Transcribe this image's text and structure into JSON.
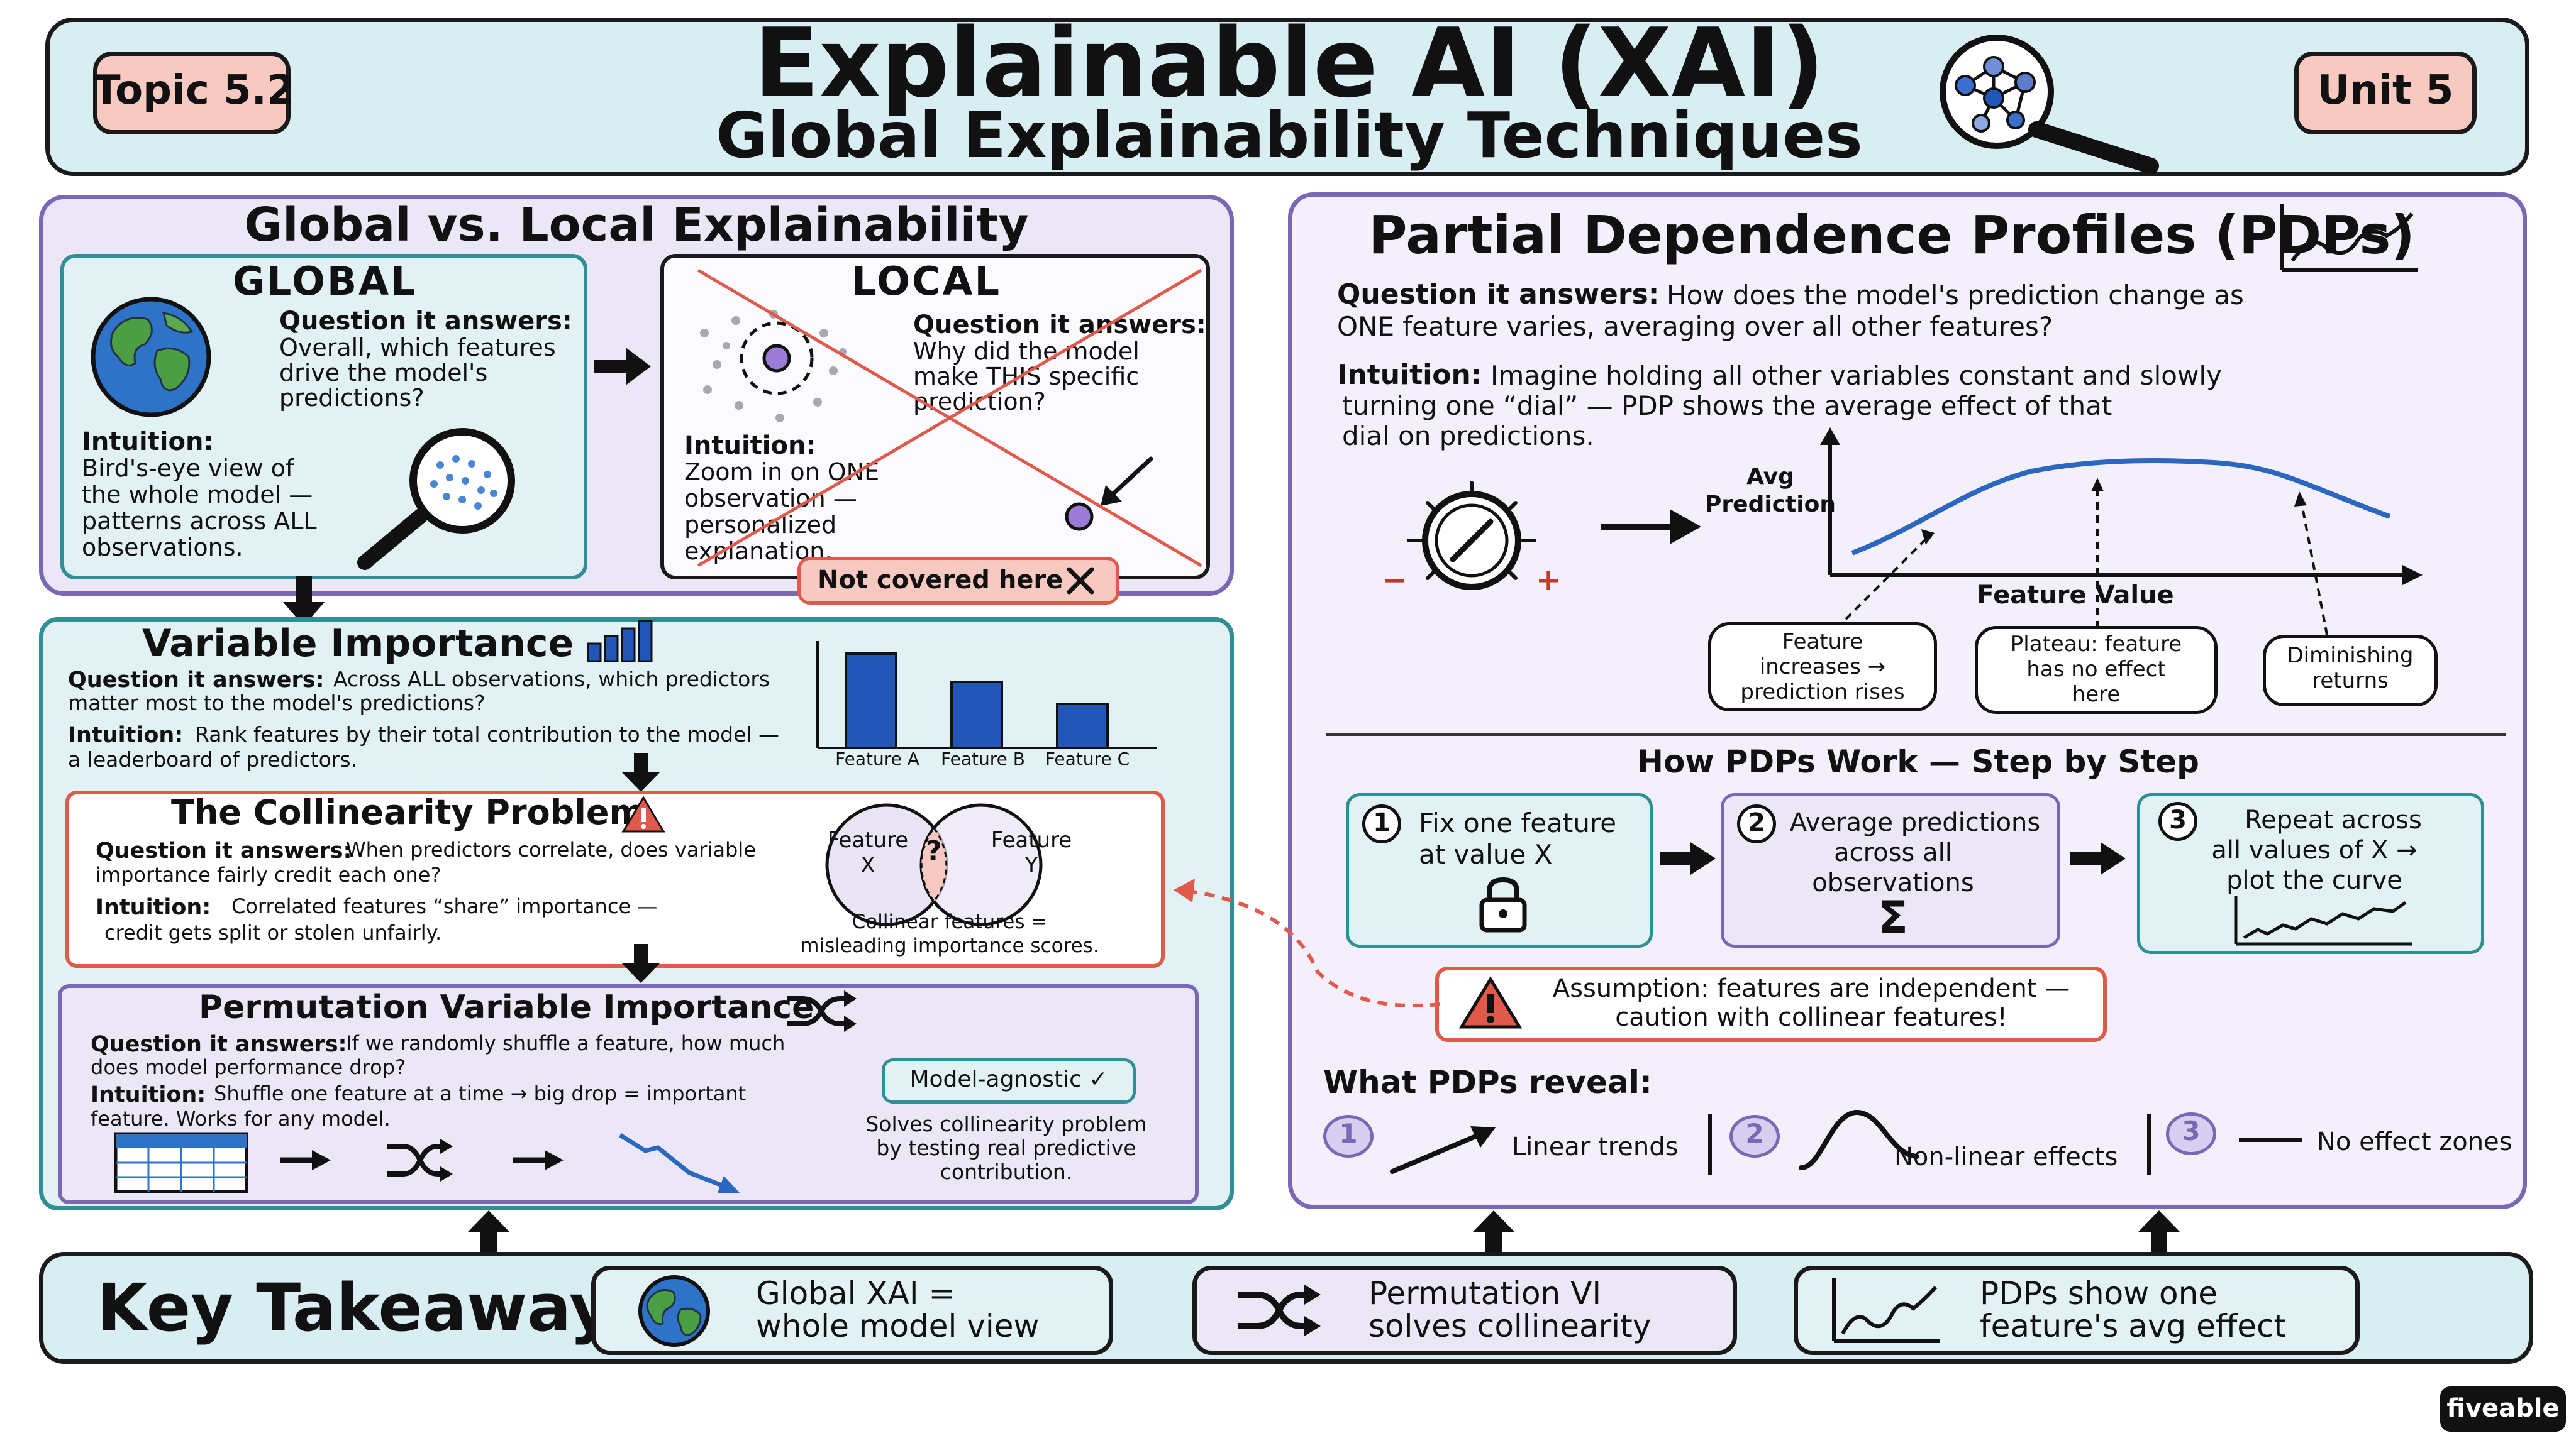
{
  "header": {
    "title": "Explainable AI (XAI)",
    "subtitle": "Global Explainability Techniques",
    "topic_badge": "Topic 5.2",
    "unit_badge": "Unit 5"
  },
  "global_local": {
    "title": "Global vs. Local Explainability",
    "global": {
      "heading": "GLOBAL",
      "question_label": "Question it answers:",
      "question_lines": [
        "Overall, which features",
        "drive the model's",
        "predictions?"
      ],
      "intuition_label": "Intuition:",
      "intuition_lines": [
        "Bird's-eye view of",
        "the whole model —",
        "patterns across ALL",
        "observations."
      ]
    },
    "local": {
      "heading": "LOCAL",
      "question_label": "Question it answers:",
      "question_lines": [
        "Why did the model",
        "make THIS specific",
        "prediction?"
      ],
      "intuition_label": "Intuition:",
      "intuition_lines": [
        "Zoom in on ONE",
        "observation —",
        "personalized",
        "explanation."
      ],
      "not_covered": "Not covered here"
    }
  },
  "variable_importance": {
    "title": "Variable Importance",
    "question_label": "Question it answers:",
    "question_lines": [
      "Across ALL observations, which predictors",
      "matter most to the model's predictions?"
    ],
    "intuition_label": "Intuition:",
    "intuition_lines": [
      "Rank features by their total contribution to the model —",
      "a leaderboard of predictors."
    ],
    "chart_labels": [
      "Feature A",
      "Feature B",
      "Feature C"
    ],
    "chart_values": [
      3,
      2.1,
      1.4
    ]
  },
  "collinearity": {
    "title": "The Collinearity Problem",
    "question_label": "Question it answers:",
    "question_lines": [
      "When predictors correlate, does variable",
      "importance fairly credit each one?"
    ],
    "intuition_label": "Intuition:",
    "intuition_lines": [
      "Correlated features “share” importance —",
      "credit gets split or stolen unfairly."
    ],
    "venn_left": [
      "Feature",
      "X"
    ],
    "venn_right": [
      "Feature",
      "Y"
    ],
    "venn_mid": "?",
    "caption_lines": [
      "Collinear features =",
      "misleading importance scores."
    ]
  },
  "permutation": {
    "title": "Permutation Variable Importance",
    "question_label": "Question it answers:",
    "question_lines": [
      "If we randomly shuffle a feature, how much",
      "does model performance drop?"
    ],
    "intuition_label": "Intuition:",
    "intuition_lines": [
      "Shuffle one feature at a time → big drop = important",
      "feature. Works for any model."
    ],
    "badge": "Model-agnostic ✓",
    "caption_lines": [
      "Solves collinearity problem",
      "by testing real predictive",
      "contribution."
    ]
  },
  "pdp": {
    "title": "Partial Dependence Profiles (PDPs)",
    "question_label": "Question it answers:",
    "question_lines": [
      "How does the model's prediction change as",
      "ONE feature varies, averaging over all other features?"
    ],
    "intuition_label": "Intuition:",
    "intuition_lines": [
      "Imagine holding all other variables constant and slowly",
      "turning one “dial” — PDP shows the average effect of that",
      "dial on predictions."
    ],
    "y_axis_lines": [
      "Avg",
      "Prediction"
    ],
    "x_axis": "Feature Value",
    "dial_minus": "−",
    "dial_plus": "+",
    "callouts": [
      {
        "lines": [
          "Feature",
          "increases →",
          "prediction rises"
        ]
      },
      {
        "lines": [
          "Plateau: feature",
          "has no effect",
          "here"
        ]
      },
      {
        "lines": [
          "Diminishing",
          "returns"
        ]
      }
    ],
    "steps_title": "How PDPs Work — Step by Step",
    "steps": [
      {
        "num": "1",
        "lines": [
          "Fix one feature",
          "at value X"
        ]
      },
      {
        "num": "2",
        "lines": [
          "Average predictions",
          "across all",
          "observations"
        ],
        "symbol": "Σ"
      },
      {
        "num": "3",
        "lines": [
          "Repeat across",
          "all values of X →",
          "plot the curve"
        ]
      }
    ],
    "assumption_lines": [
      "Assumption: features are independent —",
      "caution with collinear features!"
    ],
    "reveal_title": "What PDPs reveal:",
    "reveals": [
      {
        "num": "1",
        "label": "Linear trends"
      },
      {
        "num": "2",
        "label": "Non-linear effects"
      },
      {
        "num": "3",
        "label": "No effect zones"
      }
    ]
  },
  "takeaways": {
    "title": "Key Takeaways",
    "items": [
      {
        "lines": [
          "Global XAI =",
          "whole model view"
        ]
      },
      {
        "lines": [
          "Permutation VI",
          "solves collinearity"
        ]
      },
      {
        "lines": [
          "PDPs show one",
          "feature's avg effect"
        ]
      }
    ]
  },
  "brand": "fiveable",
  "colors": {
    "header_bg": "#d9eef2",
    "badge_bg": "#f7c9c0",
    "purple_border": "#7a68b5",
    "teal_border": "#2f8f94",
    "panel_purple_bg": "#ebe7f6",
    "panel_teal_bg": "#e2f1f3",
    "red": "#e05a4c",
    "bar_blue": "#2255b8",
    "curve_blue": "#2b66c0"
  }
}
